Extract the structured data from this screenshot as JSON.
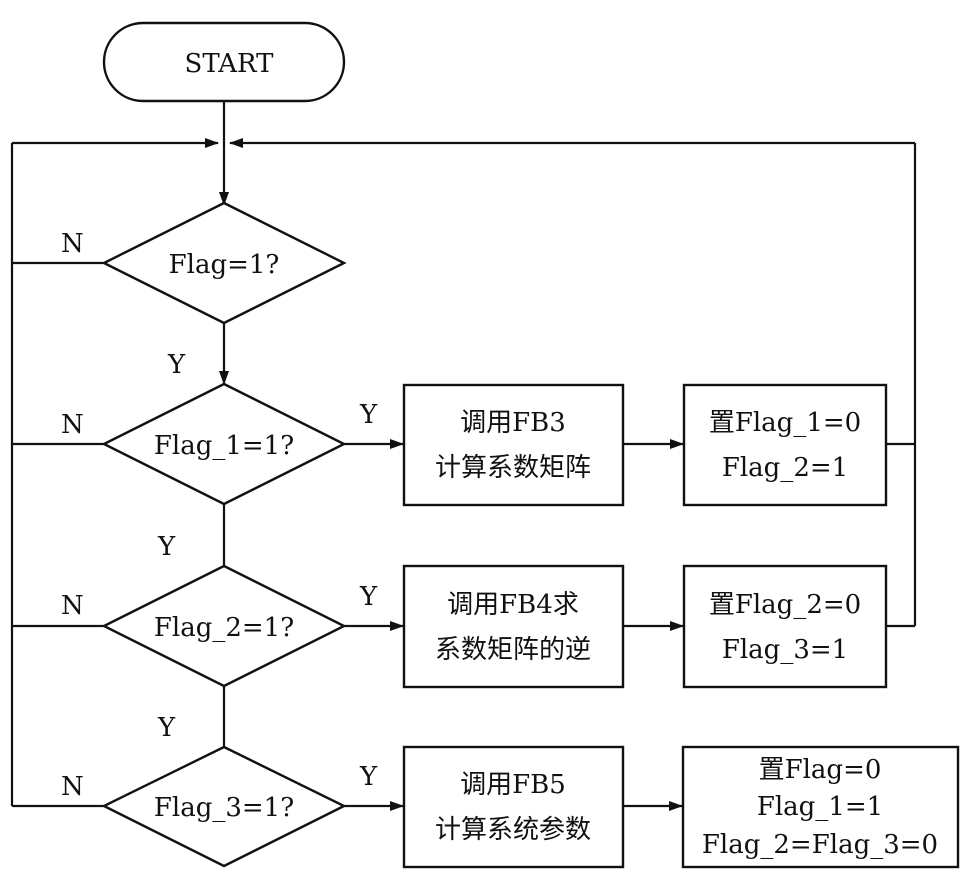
{
  "start": {
    "label": "START"
  },
  "decisions": [
    {
      "id": "flag",
      "label": "Flag=1?",
      "yes": "Y",
      "no": "N"
    },
    {
      "id": "flag1",
      "label": "Flag_1=1?",
      "yes": "Y",
      "no": "N"
    },
    {
      "id": "flag2",
      "label": "Flag_2=1?",
      "yes": "Y",
      "no": "N"
    },
    {
      "id": "flag3",
      "label": "Flag_3=1?",
      "yes": "Y",
      "no": "N"
    }
  ],
  "processes": [
    {
      "id": "fb3",
      "lines": [
        "调用FB3",
        "计算系数矩阵"
      ]
    },
    {
      "id": "fb4",
      "lines": [
        "调用FB4求",
        "系数矩阵的逆"
      ]
    },
    {
      "id": "fb5",
      "lines": [
        "调用FB5",
        "计算系统参数"
      ]
    }
  ],
  "assignments": [
    {
      "id": "set1",
      "lines": [
        "置Flag_1=0",
        "Flag_2=1"
      ]
    },
    {
      "id": "set2",
      "lines": [
        "置Flag_2=0",
        "Flag_3=1"
      ]
    },
    {
      "id": "set3",
      "lines": [
        "置Flag=0",
        "Flag_1=1",
        "Flag_2=Flag_3=0"
      ]
    }
  ]
}
